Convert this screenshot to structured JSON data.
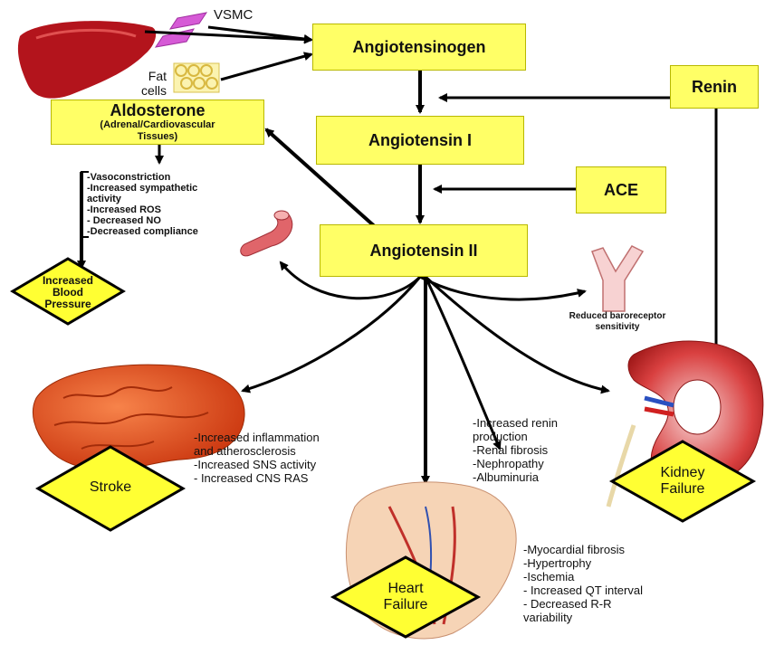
{
  "boxes": {
    "angiotensinogen": "Angiotensinogen",
    "angiotensin_i": "Angiotensin I",
    "angiotensin_ii": "Angiotensin II",
    "renin": "Renin",
    "ace": "ACE",
    "aldosterone_title": "Aldosterone",
    "aldosterone_sub_1": "(Adrenal/Cardiovascular",
    "aldosterone_sub_2": "Tissues)"
  },
  "labels": {
    "vsmc": "VSMC",
    "fat_1": "Fat",
    "fat_2": "cells",
    "baroreceptor_1": "Reduced baroreceptor",
    "baroreceptor_2": "sensitivity"
  },
  "diamonds": {
    "bp_1": "Increased",
    "bp_2": "Blood",
    "bp_3": "Pressure",
    "stroke": "Stroke",
    "heart_1": "Heart",
    "heart_2": "Failure",
    "kidney_1": "Kidney",
    "kidney_2": "Failure"
  },
  "effects": {
    "aldosterone": [
      "-Vasoconstriction",
      "-Increased sympathetic",
      "activity",
      "-Increased ROS",
      "- Decreased NO",
      "-Decreased compliance"
    ],
    "stroke": [
      "-Increased inflammation",
      "and atherosclerosis",
      "-Increased SNS activity",
      "- Increased CNS RAS"
    ],
    "kidney": [
      "-Increased renin",
      "production",
      "-Renal fibrosis",
      "-Nephropathy",
      "-Albuminuria"
    ],
    "heart": [
      "-Myocardial fibrosis",
      "-Hypertrophy",
      "-Ischemia",
      "- Increased QT interval",
      "- Decreased R-R",
      "variability"
    ]
  },
  "colors": {
    "box_fill": "#ffff66",
    "diamond_fill": "#ffff33",
    "arrow": "#000000",
    "organ_red": "#d9381e",
    "brain_orange": "#e8501a",
    "vsmc_pink": "#d65ad6",
    "fat_yellow": "#f2e27a",
    "heart_skin": "#f4c9a8"
  },
  "icons": [
    "liver-image",
    "vsmc-cell-icon",
    "fat-cells-icon",
    "blood-vessel-image",
    "artery-image",
    "brain-image",
    "kidney-image",
    "heart-image"
  ]
}
